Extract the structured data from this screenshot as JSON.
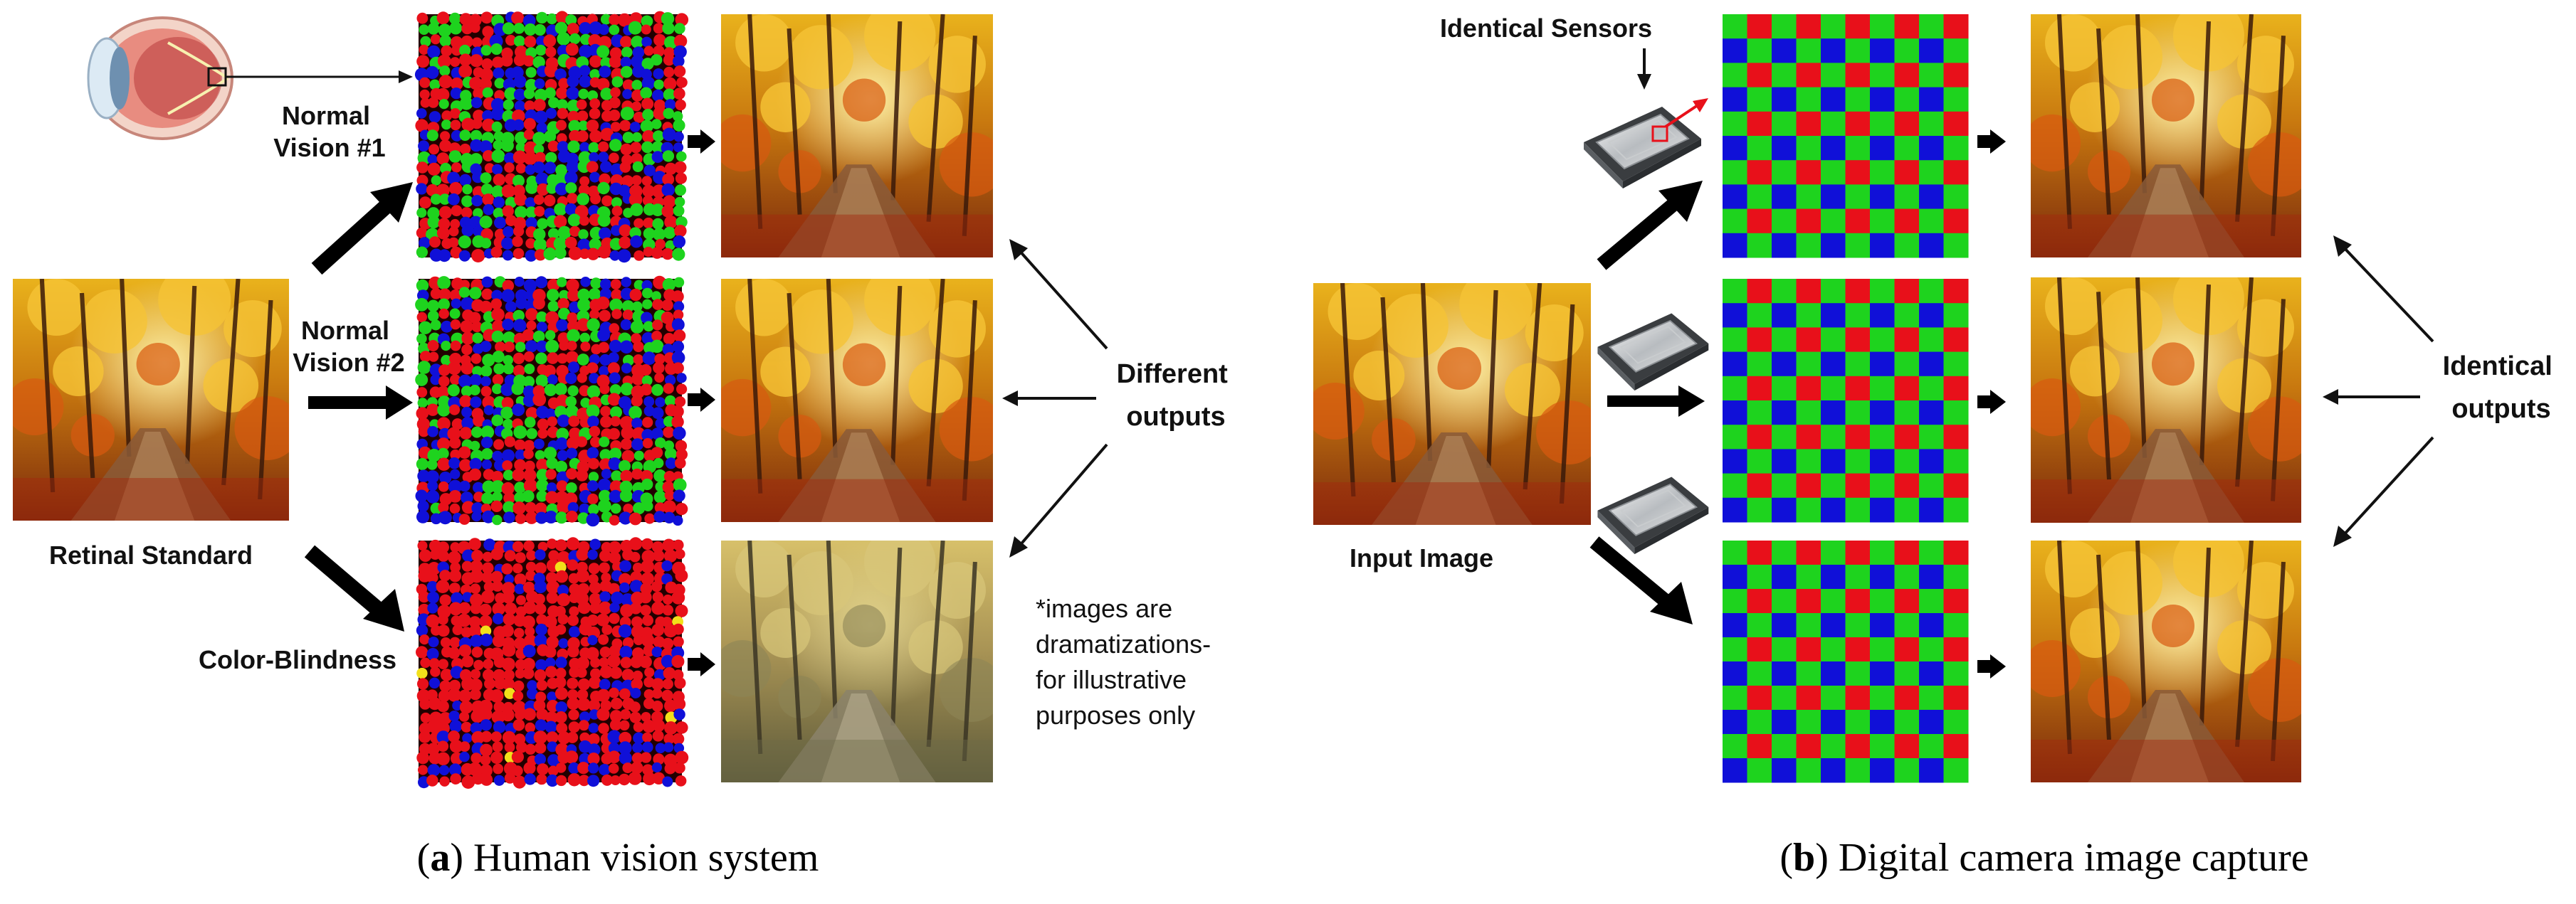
{
  "panel_a": {
    "labels": {
      "normal1_line1": "Normal",
      "normal1_line2": "Vision #1",
      "normal2_line1": "Normal",
      "normal2_line2": "Vision #2",
      "retinal_standard": "Retinal Standard",
      "color_blindness": "Color-Blindness",
      "different_line1": "Different",
      "different_line2": "outputs"
    },
    "note_lines": [
      "*images are",
      "dramatizations-",
      "for illustrative",
      "purposes only"
    ],
    "caption_letter": "a",
    "caption_text": " Human vision system"
  },
  "panel_b": {
    "labels": {
      "identical_sensors": "Identical Sensors",
      "input_image": "Input Image",
      "identical_line1": "Identical",
      "identical_line2": "outputs"
    },
    "caption_letter": "b",
    "caption_text": " Digital camera image capture"
  },
  "colors": {
    "red": "#e8101a",
    "green": "#1ed31e",
    "blue": "#1010d8"
  },
  "mosaic": {
    "normal_mix": {
      "red": 0.45,
      "green": 0.3,
      "blue": 0.25
    },
    "colorblind_mix": {
      "red": 0.78,
      "green": 0.0,
      "blue": 0.22
    }
  }
}
